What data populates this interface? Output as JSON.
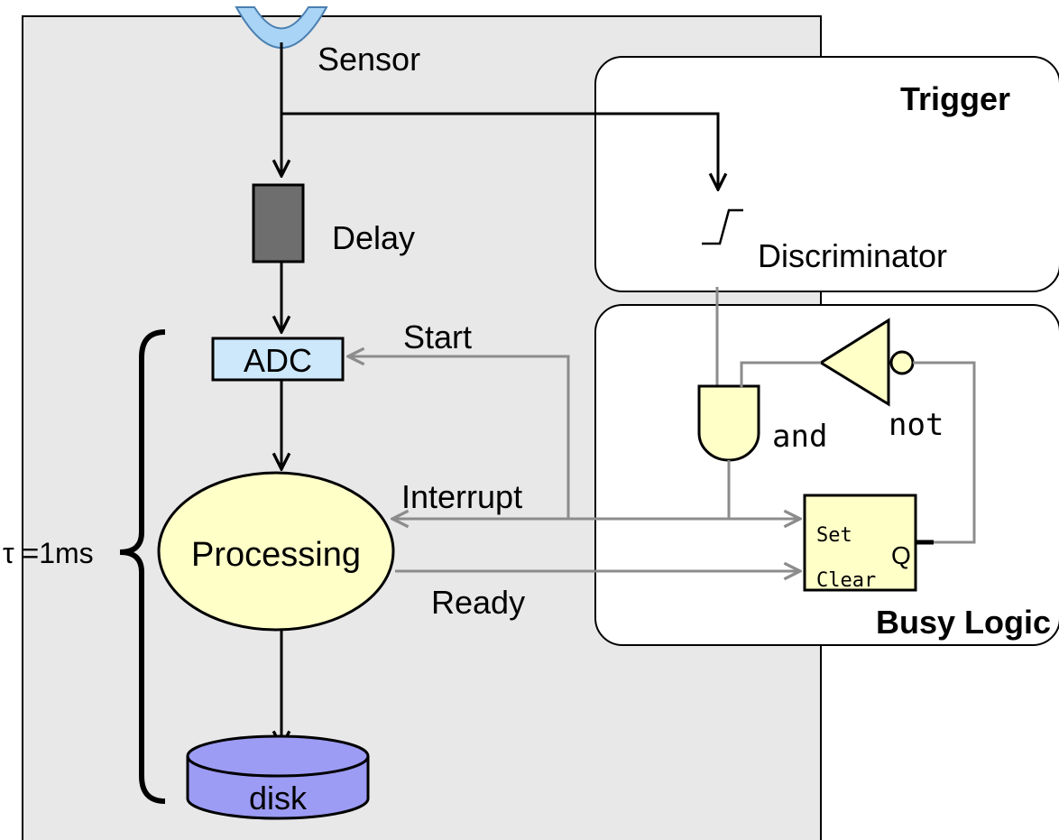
{
  "labels": {
    "sensor": "Sensor",
    "delay": "Delay",
    "adc": "ADC",
    "processing": "Processing",
    "disk": "disk",
    "tau": "τ =1ms",
    "start": "Start",
    "interrupt": "Interrupt",
    "ready": "Ready",
    "trigger": "Trigger",
    "discriminator": "Discriminator",
    "busy_logic": "Busy Logic",
    "and_gate": "and",
    "not_gate": "not",
    "set": "Set",
    "clear": "Clear",
    "q": "Q"
  },
  "colors": {
    "panel_bg": "#e8e8e8",
    "sensor": "#a9d4f5",
    "delay": "#6e6e6e",
    "adc": "#cde8fb",
    "processing": "#ffffc8",
    "disk": "#9c9cf5",
    "gate": "#ffffc8",
    "signal_line": "#8c8c8c",
    "data_line": "#000000"
  }
}
